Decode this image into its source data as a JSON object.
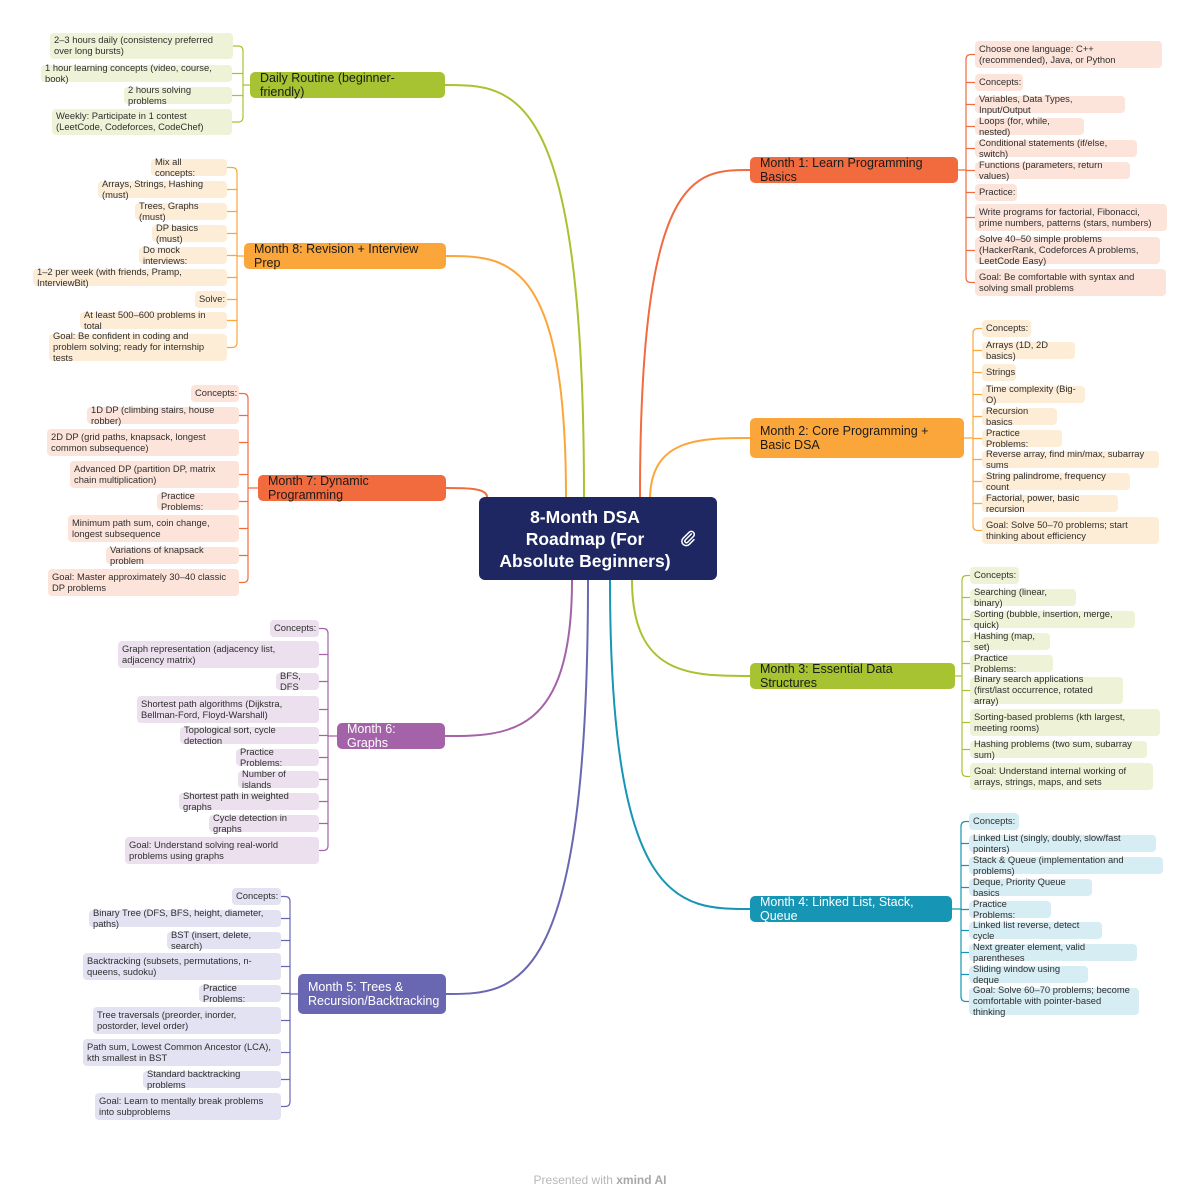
{
  "center_title": "8-Month DSA Roadmap (For Absolute Beginners)",
  "footer": {
    "prefix": "Presented with",
    "brand": "xmind AI"
  },
  "colors": {
    "routine": "#a7c331",
    "month1": "#f26b3e",
    "month2": "#fba63b",
    "month3": "#a7c331",
    "month4": "#1795b5",
    "month5": "#6a67b2",
    "month6": "#a463a8",
    "month7": "#f26b3e",
    "month8": "#fba63b",
    "center": "#1e2762"
  },
  "branches": [
    {
      "key": "routine",
      "title": "Daily Routine (beginner-friendly)",
      "items": [
        "2–3 hours daily (consistency preferred over long bursts)",
        "1 hour learning concepts (video, course, book)",
        "2 hours solving problems",
        "Weekly: Participate in 1 contest (LeetCode, Codeforces, CodeChef)"
      ]
    },
    {
      "key": "month1",
      "title": "Month 1: Learn Programming Basics",
      "items": [
        "Choose one language: C++ (recommended), Java, or Python",
        "Concepts:",
        "Variables, Data Types, Input/Output",
        "Loops (for, while, nested)",
        "Conditional statements (if/else, switch)",
        "Functions (parameters, return values)",
        "Practice:",
        "Write programs for factorial, Fibonacci, prime numbers, patterns (stars, numbers)",
        "Solve 40–50 simple problems (HackerRank, Codeforces A problems, LeetCode Easy)",
        "Goal: Be comfortable with syntax and solving small problems"
      ]
    },
    {
      "key": "month2",
      "title": "Month 2: Core Programming + Basic DSA",
      "items": [
        "Concepts:",
        "Arrays (1D, 2D basics)",
        "Strings",
        "Time complexity (Big-O)",
        "Recursion basics",
        "Practice Problems:",
        "Reverse array, find min/max, subarray sums",
        "String palindrome, frequency count",
        "Factorial, power, basic recursion",
        "Goal: Solve 50–70 problems; start thinking about efficiency"
      ]
    },
    {
      "key": "month3",
      "title": "Month 3: Essential Data Structures",
      "items": [
        "Concepts:",
        "Searching (linear, binary)",
        "Sorting (bubble, insertion, merge, quick)",
        "Hashing (map, set)",
        "Practice Problems:",
        "Binary search applications (first/last occurrence, rotated array)",
        "Sorting-based problems (kth largest, meeting rooms)",
        "Hashing problems (two sum, subarray sum)",
        "Goal: Understand internal working of arrays, strings, maps, and sets"
      ]
    },
    {
      "key": "month4",
      "title": "Month 4: Linked List, Stack, Queue",
      "items": [
        "Concepts:",
        "Linked List (singly, doubly, slow/fast pointers)",
        "Stack & Queue (implementation and problems)",
        "Deque, Priority Queue basics",
        "Practice Problems:",
        "Linked list reverse, detect cycle",
        "Next greater element, valid parentheses",
        "Sliding window using deque",
        "Goal: Solve 60–70 problems; become comfortable with pointer-based thinking"
      ]
    },
    {
      "key": "month5",
      "title": "Month 5: Trees & Recursion/Backtracking",
      "items": [
        "Concepts:",
        "Binary Tree (DFS, BFS, height, diameter, paths)",
        "BST (insert, delete, search)",
        "Backtracking (subsets, permutations, n-queens, sudoku)",
        "Practice Problems:",
        "Tree traversals (preorder, inorder, postorder, level order)",
        "Path sum, Lowest Common Ancestor (LCA), kth smallest in BST",
        "Standard backtracking problems",
        "Goal: Learn to mentally break problems into subproblems"
      ]
    },
    {
      "key": "month6",
      "title": "Month 6: Graphs",
      "items": [
        "Concepts:",
        "Graph representation (adjacency list, adjacency matrix)",
        "BFS, DFS",
        "Shortest path algorithms (Dijkstra, Bellman-Ford, Floyd-Warshall)",
        "Topological sort, cycle detection",
        "Practice Problems:",
        "Number of islands",
        "Shortest path in weighted graphs",
        "Cycle detection in graphs",
        "Goal: Understand solving real-world problems using graphs"
      ]
    },
    {
      "key": "month7",
      "title": "Month 7: Dynamic Programming",
      "items": [
        "Concepts:",
        "1D DP (climbing stairs, house robber)",
        "2D DP (grid paths, knapsack, longest common subsequence)",
        "Advanced DP (partition DP, matrix chain multiplication)",
        "Practice Problems:",
        "Minimum path sum, coin change, longest subsequence",
        "Variations of knapsack problem",
        "Goal: Master approximately 30–40 classic DP problems"
      ]
    },
    {
      "key": "month8",
      "title": "Month 8: Revision + Interview Prep",
      "items": [
        "Mix all concepts:",
        "Arrays, Strings, Hashing (must)",
        "Trees, Graphs (must)",
        "DP basics (must)",
        "Do mock interviews:",
        "1–2 per week (with friends, Pramp, InterviewBit)",
        "Solve:",
        "At least 500–600 problems in total",
        "Goal: Be confident in coding and problem solving; ready for internship tests"
      ]
    }
  ]
}
